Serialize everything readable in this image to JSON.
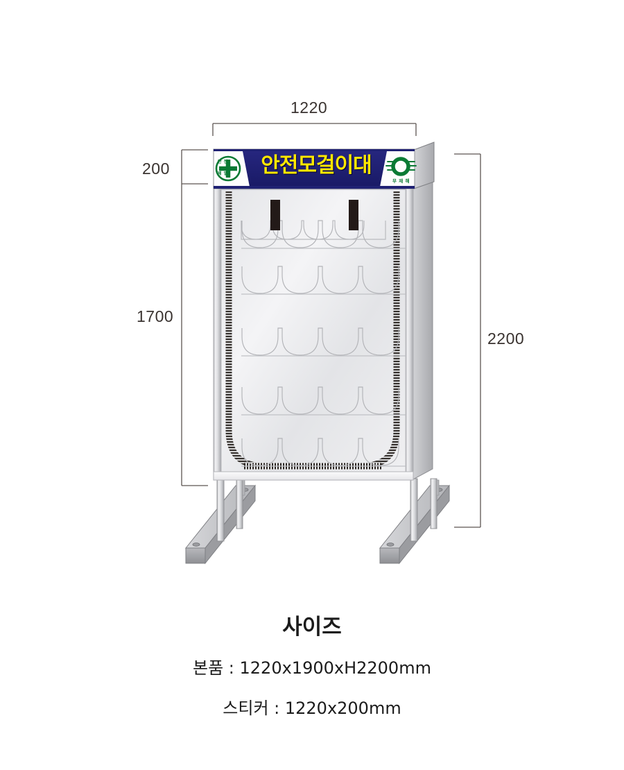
{
  "document": {
    "type": "product-dimension-drawing",
    "background_color": "#ffffff"
  },
  "dimensions": {
    "top_width": "1220",
    "header_height": "200",
    "body_height": "1700",
    "total_height": "2200"
  },
  "signboard": {
    "title": "안전모걸이대",
    "background_color": "#1f2173",
    "text_color": "#ffe800",
    "end_panel_color": "#ffffff",
    "left_logo": {
      "name": "safety-first-cross-logo",
      "line1": "안 전",
      "line2": "제 일",
      "color": "#0a7a34"
    },
    "right_logo": {
      "name": "zero-accident-logo",
      "caption": "무 재 해",
      "color": "#0a7a34"
    }
  },
  "cabinet": {
    "shelf_count": 5,
    "cradles_per_shelf": 4,
    "hanger_bar_count": 2,
    "hanger_bar_color": "#231a18",
    "body_color": "#ededef",
    "frame_color": "#c9cacd"
  },
  "base": {
    "foot_rail_count": 2,
    "leg_count": 4,
    "rail_color": "#b6b7ba"
  },
  "caption": {
    "title": "사이즈",
    "line1": "본품 : 1220x1900xH2200mm",
    "line2": "스티커 : 1220x200mm"
  }
}
